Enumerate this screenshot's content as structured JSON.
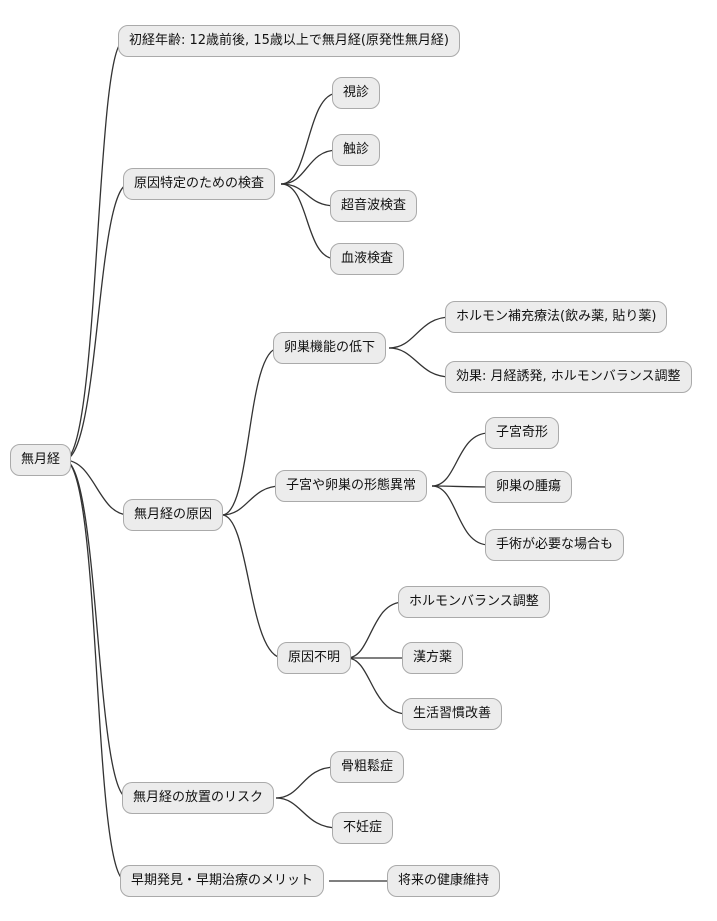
{
  "mindmap": {
    "type": "mindmap",
    "colors": {
      "node_fill": "#ececec",
      "node_border": "#aaaaaa",
      "edge_stroke": "#333333",
      "background": "#ffffff",
      "text": "#111111"
    },
    "root": "無月経",
    "branches": [
      {
        "label": "初経年齢: 12歳前後, 15歳以上で無月経(原発性無月経)",
        "children": []
      },
      {
        "label": "原因特定のための検査",
        "children": [
          {
            "label": "視診"
          },
          {
            "label": "触診"
          },
          {
            "label": "超音波検査"
          },
          {
            "label": "血液検査"
          }
        ]
      },
      {
        "label": "無月経の原因",
        "children": [
          {
            "label": "卵巣機能の低下",
            "children": [
              {
                "label": "ホルモン補充療法(飲み薬, 貼り薬)"
              },
              {
                "label": "効果: 月経誘発, ホルモンバランス調整"
              }
            ]
          },
          {
            "label": "子宮や卵巣の形態異常",
            "children": [
              {
                "label": "子宮奇形"
              },
              {
                "label": "卵巣の腫瘍"
              },
              {
                "label": "手術が必要な場合も"
              }
            ]
          },
          {
            "label": "原因不明",
            "children": [
              {
                "label": "ホルモンバランス調整"
              },
              {
                "label": "漢方薬"
              },
              {
                "label": "生活習慣改善"
              }
            ]
          }
        ]
      },
      {
        "label": "無月経の放置のリスク",
        "children": [
          {
            "label": "骨粗鬆症"
          },
          {
            "label": "不妊症"
          }
        ]
      },
      {
        "label": "早期発見・早期治療のメリット",
        "children": [
          {
            "label": "将来の健康維持"
          }
        ]
      }
    ]
  }
}
